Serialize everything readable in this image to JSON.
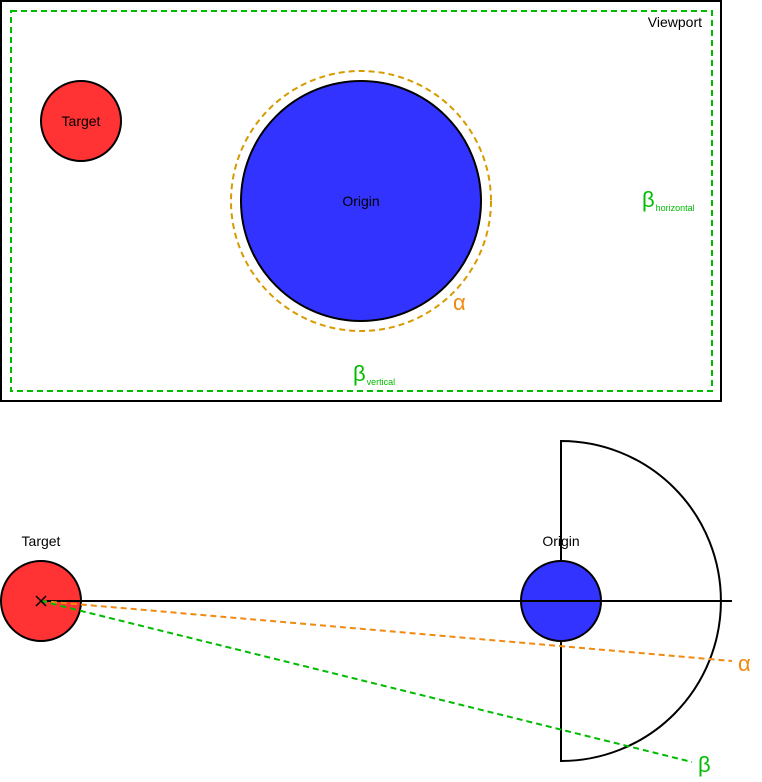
{
  "top": {
    "viewport_label": "Viewport",
    "target_label": "Target",
    "origin_label": "Origin",
    "alpha_symbol": "α",
    "beta_symbol": "β",
    "beta_h_sub": "horizontal",
    "beta_v_sub": "vertical"
  },
  "bottom": {
    "target_label": "Target",
    "origin_label": "Origin",
    "alpha_symbol": "α",
    "beta_symbol": "β"
  },
  "colors": {
    "target_fill": "#ff3333",
    "origin_fill": "#3333ff",
    "alpha": "#f08a10",
    "alpha_ring": "#d79b00",
    "beta": "#00bb00",
    "stroke": "#000000"
  }
}
